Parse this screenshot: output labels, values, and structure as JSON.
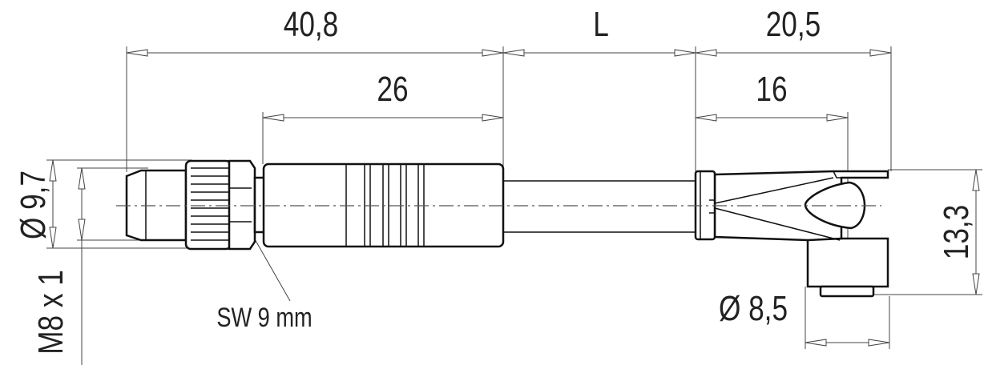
{
  "drawing": {
    "title": "Cable connector dimensional drawing",
    "dimensions": {
      "overall_left": "40,8",
      "cable_length": "L",
      "overall_right": "20,5",
      "body_left": "26",
      "body_right": "16",
      "diameter_left": "Ø 9,7",
      "thread": "M8 x 1",
      "height_right": "13,3",
      "diameter_right": "Ø 8,5",
      "wrench_size": "SW 9 mm"
    }
  }
}
